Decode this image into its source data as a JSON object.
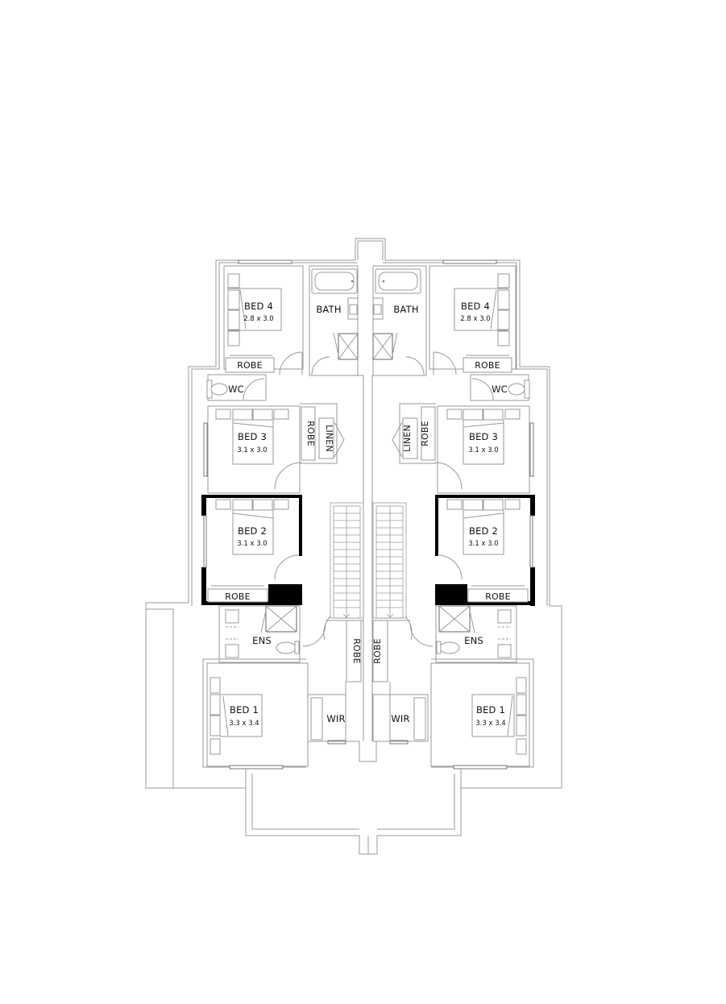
{
  "drawing": {
    "type": "floor-plan",
    "description": "Upper floor plan of mirrored duplex (two dwellings side by side)",
    "units": [
      {
        "side": "left",
        "rooms": [
          {
            "id": "bed4",
            "label": "BED 4",
            "size": "2.8 x 3.0"
          },
          {
            "id": "bath",
            "label": "BATH"
          },
          {
            "id": "robe_bed4",
            "label": "ROBE"
          },
          {
            "id": "wc",
            "label": "WC"
          },
          {
            "id": "bed3",
            "label": "BED 3",
            "size": "3.1 x 3.0"
          },
          {
            "id": "robe_bed3",
            "label": "ROBE"
          },
          {
            "id": "linen",
            "label": "LINEN"
          },
          {
            "id": "bed2",
            "label": "BED 2",
            "size": "3.1 x 3.0"
          },
          {
            "id": "robe_bed2",
            "label": "ROBE"
          },
          {
            "id": "ens",
            "label": "ENS"
          },
          {
            "id": "robe_hall",
            "label": "ROBE"
          },
          {
            "id": "bed1",
            "label": "BED 1",
            "size": "3.3 x 3.4"
          },
          {
            "id": "wir",
            "label": "WIR"
          }
        ]
      },
      {
        "side": "right",
        "rooms": [
          {
            "id": "bed4",
            "label": "BED 4",
            "size": "2.8 x 3.0"
          },
          {
            "id": "bath",
            "label": "BATH"
          },
          {
            "id": "robe_bed4",
            "label": "ROBE"
          },
          {
            "id": "wc",
            "label": "WC"
          },
          {
            "id": "bed3",
            "label": "BED 3",
            "size": "3.1 x 3.0"
          },
          {
            "id": "robe_bed3",
            "label": "ROBE"
          },
          {
            "id": "linen",
            "label": "LINEN"
          },
          {
            "id": "bed2",
            "label": "BED 2",
            "size": "3.1 x 3.0"
          },
          {
            "id": "robe_bed2",
            "label": "ROBE"
          },
          {
            "id": "ens",
            "label": "ENS"
          },
          {
            "id": "robe_hall",
            "label": "ROBE"
          },
          {
            "id": "bed1",
            "label": "BED 1",
            "size": "3.3 x 3.4"
          },
          {
            "id": "wir",
            "label": "WIR"
          }
        ]
      }
    ],
    "colors": {
      "background": "#ffffff",
      "wall_line": "#9a9a9a",
      "feature_wall": "#000000",
      "text": "#111111"
    }
  }
}
